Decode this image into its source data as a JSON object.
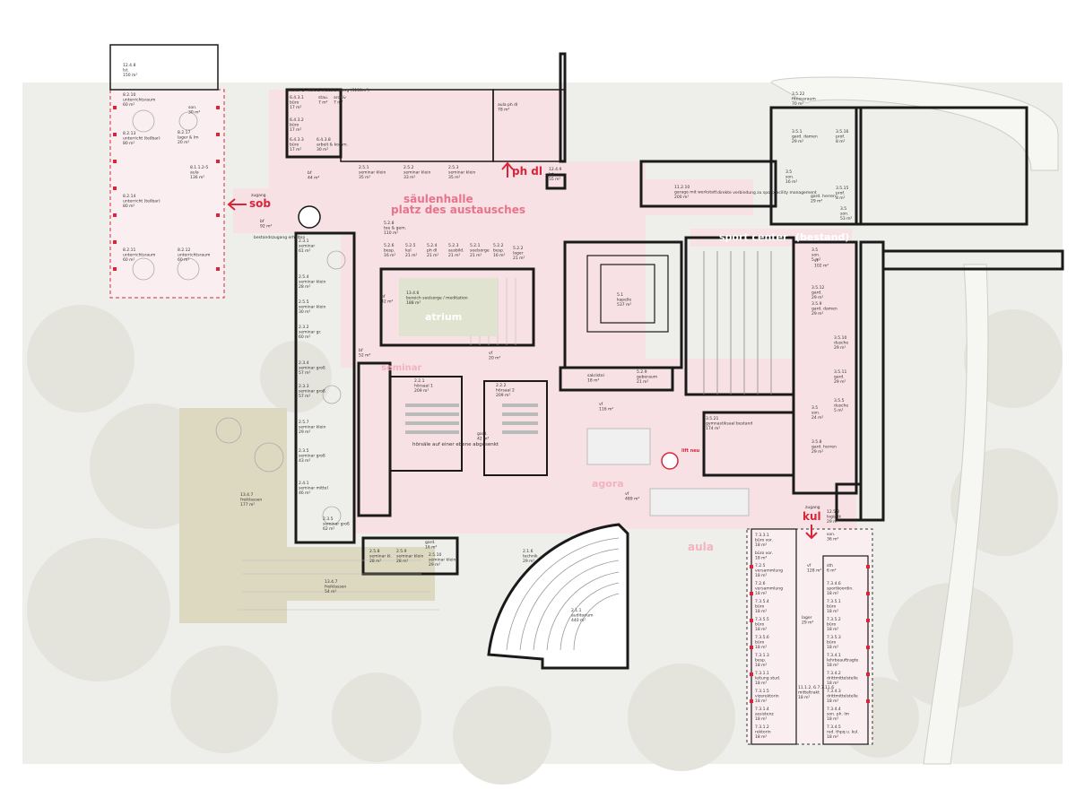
{
  "colors": {
    "background": "#ffffff",
    "ground": "#eeeeea",
    "circulation": "#f8e1e5",
    "terrace": "#ddd9c0",
    "wall": "#1a1a1a",
    "accent": "#e8738a",
    "accent_red": "#d9253a"
  },
  "zones": {
    "saeulenhalle": "säulenhalle",
    "platz": "platz des austausches",
    "atrium": "atrium",
    "seminar": "seminar",
    "agora": "agora",
    "sport_center": "sport center",
    "bestand": "(bestand)",
    "aula": "aula",
    "hoersaele": "hörsäle auf einer ebene abgesenkt"
  },
  "entrances": {
    "sob": "sob",
    "ph_dl": "ph dl",
    "kul": "kul",
    "zugang": "zugang"
  },
  "notes": {
    "lift": "lift neu",
    "cluster": "cluster 3 - fort & weiterbildung (3150m²)",
    "verbindung": "direkte verbindung zu sport/facility management",
    "zugang_bestand": "bestandszugang erhalten"
  },
  "rooms": {
    "r1": [
      "12.4.8",
      "lst.",
      "150 m²"
    ],
    "r2": [
      "8.2.10",
      "unterrichtsraum",
      "60 m²"
    ],
    "r3": [
      "son.",
      "30 m²"
    ],
    "r4": [
      "8.2.13",
      "unterricht (teilbar)",
      "80 m²"
    ],
    "r5": [
      "8.2.17",
      "lager & lm",
      "20 m²"
    ],
    "r6": [
      "8.1.1.2-5",
      "aula",
      "136 m²"
    ],
    "r7": [
      "8.2.14",
      "unterricht (teilbar)",
      "80 m²"
    ],
    "r8": [
      "8.2.11",
      "unterrichtsraum",
      "60 m²"
    ],
    "r9": [
      "8.2.12",
      "unterrichtsraum",
      "60 m²"
    ],
    "r10": [
      "6.4.3.1",
      "büro",
      "17 m²"
    ],
    "r11": [
      "6.4.3.2",
      "büro",
      "17 m²"
    ],
    "r12": [
      "6.4.3.3",
      "büro",
      "17 m²"
    ],
    "r13": [
      "stau.",
      "7 m²"
    ],
    "r14": [
      "archiv",
      "7 m²"
    ],
    "r15": [
      "6.4.3.8",
      "arbeit & komm.",
      "30 m²"
    ],
    "r16": [
      "aula ph dl",
      "78 m²"
    ],
    "r17": [
      "bf",
      "44 m²"
    ],
    "r18": [
      "2.5.1",
      "seminar klein",
      "35 m²"
    ],
    "r19": [
      "2.5.2",
      "seminar klein",
      "33 m²"
    ],
    "r20": [
      "2.5.3",
      "seminar klein",
      "35 m²"
    ],
    "r21": [
      "12.4.9",
      "lst.",
      "55 m²"
    ],
    "r22": [
      "11.2.10",
      "garage mit werkstatt",
      "200 m²"
    ],
    "r23": [
      "3.5.22",
      "fitnessraum",
      "70 m²"
    ],
    "r24": [
      "3.5.1",
      "gard. damen",
      "29 m²"
    ],
    "r25": [
      "3.5.16",
      "prof.",
      "8 m²"
    ],
    "r26": [
      "3.5",
      "son.",
      "16 m²"
    ],
    "r27": [
      "3.5.15",
      "prof.",
      "8 m²"
    ],
    "r28": [
      "gard. herren",
      "29 m²"
    ],
    "r29": [
      "3.5",
      "son.",
      "53 m²"
    ],
    "r30": [
      "bf",
      "92 m²"
    ],
    "r31": [
      "5.2.8",
      "tee & gem.",
      "110 m²"
    ],
    "r32": [
      "5.2.6",
      "besp.",
      "16 m²"
    ],
    "r33": [
      "5.2.5",
      "kul",
      "21 m²"
    ],
    "r34": [
      "5.2.4",
      "ph dl",
      "21 m²"
    ],
    "r35": [
      "5.2.3",
      "ausbild.",
      "21 m²"
    ],
    "r36": [
      "5.2.1",
      "seelsorge",
      "21 m²"
    ],
    "r37": [
      "5.2.2",
      "besp.",
      "16 m²"
    ],
    "r38": [
      "5.2.2",
      "lager",
      "21 m²"
    ],
    "r39": [
      "2.3.1",
      "seminar",
      "61 m²"
    ],
    "r40": [
      "2.5.4",
      "seminar klein",
      "28 m²"
    ],
    "r41": [
      "2.5.5",
      "seminar klein",
      "30 m²"
    ],
    "r42": [
      "2.3.2",
      "seminar gr.",
      "60 m²"
    ],
    "r43": [
      "2.3.4",
      "seminar groß",
      "57 m²"
    ],
    "r44": [
      "2.3.3",
      "seminar groß",
      "57 m²"
    ],
    "r45": [
      "2.5.7",
      "seminar klein",
      "29 m²"
    ],
    "r46": [
      "2.3.5",
      "seminar groß",
      "43 m²"
    ],
    "r47": [
      "2.4.1",
      "seminar mittel",
      "46 m²"
    ],
    "r48": [
      "2.3.5",
      "seminar groß",
      "62 m²"
    ],
    "r49": [
      "13.4.6",
      "bereich seelsorge / meditation",
      "188 m²"
    ],
    "r50": [
      "bf",
      "42 m²"
    ],
    "r51": [
      "vf",
      "20 m²"
    ],
    "r52": [
      "bf",
      "52 m²"
    ],
    "r53": [
      "5.1",
      "kapelle",
      "537 m²"
    ],
    "r54": [
      "sakristei",
      "18 m²"
    ],
    "r55": [
      "5.2.9",
      "geberaum",
      "21 m²"
    ],
    "r56": [
      "2.2.1",
      "hörsaal 1",
      "209 m²"
    ],
    "r57": [
      "2.2.2",
      "hörsaal 2",
      "209 m²"
    ],
    "r58": [
      "gard.",
      "42 m²"
    ],
    "r59": [
      "vf",
      "116 m²"
    ],
    "r60": [
      "3.5.21",
      "gymnastiksaal bestand",
      "174 m²"
    ],
    "r61": [
      "vf",
      "102 m²"
    ],
    "r62": [
      "3.5",
      "son.",
      "5 m²"
    ],
    "r63": [
      "3.5.12",
      "gard.",
      "29 m²"
    ],
    "r64": [
      "3.5.9",
      "gard. damen",
      "29 m²"
    ],
    "r65": [
      "3.5.10",
      "dusche",
      "29 m²"
    ],
    "r66": [
      "3.5.11",
      "gard.",
      "29 m²"
    ],
    "r67": [
      "3.5",
      "son.",
      "24 m²"
    ],
    "r68": [
      "3.5.5",
      "dusche",
      "5 m²"
    ],
    "r69": [
      "3.5.8",
      "gard. herren",
      "29 m²"
    ],
    "r70": [
      "13.4.7",
      "freiklassen",
      "177 m²"
    ],
    "r71": [
      "13.4.7",
      "freiklassen",
      "54 m²"
    ],
    "r72": [
      "2.5.8",
      "seminar kl.",
      "28 m²"
    ],
    "r73": [
      "2.5.9",
      "seminar klein",
      "28 m²"
    ],
    "r74": [
      "2.5.10",
      "seminar klein",
      "29 m²"
    ],
    "r75": [
      "gard.",
      "16 m²"
    ],
    "r76": [
      "2.1.6",
      "technik",
      "29 m²"
    ],
    "r77": [
      "vf",
      "489 m²"
    ],
    "r78": [
      "2.1.1",
      "auditorium",
      "440 m²"
    ],
    "r79": [
      "12.5.2",
      "logistik",
      "29 m²"
    ],
    "r80": [
      "son.",
      "36 m²"
    ],
    "r81": [
      "7.3.3.1",
      "büro vor.",
      "18 m²"
    ],
    "r82": [
      "büro vor.",
      "18 m²"
    ],
    "r83": [
      "7.2.5",
      "versammlung",
      "18 m²"
    ],
    "r84": [
      "7.2.6",
      "versammlung",
      "18 m²"
    ],
    "r85": [
      "7.3.5.4",
      "büro",
      "18 m²"
    ],
    "r86": [
      "7.3.5.5",
      "büro",
      "18 m²"
    ],
    "r87": [
      "7.3.5.6",
      "büro",
      "18 m²"
    ],
    "r88": [
      "7.3.1.3",
      "besp.",
      "18 m²"
    ],
    "r89": [
      "7.3.1.1",
      "leitung stud.",
      "18 m²"
    ],
    "r90": [
      "7.3.1.5",
      "vizerektorin",
      "18 m²"
    ],
    "r91": [
      "7.3.1.4",
      "assistenz",
      "18 m²"
    ],
    "r92": [
      "7.3.1.2",
      "rektorin",
      "18 m²"
    ],
    "r93": [
      "vf",
      "128 m²"
    ],
    "r94": [
      "sth",
      "6 m²"
    ],
    "r95": [
      "7.3.4.6",
      "sportkoordin.",
      "18 m²"
    ],
    "r96": [
      "7.3.5.1",
      "büro",
      "18 m²"
    ],
    "r97": [
      "7.3.5.2",
      "büro",
      "18 m²"
    ],
    "r98": [
      "7.3.5.3",
      "büro",
      "18 m²"
    ],
    "r99": [
      "lager",
      "29 m²"
    ],
    "r100": [
      "7.3.4.1",
      "lehrbeauftragte",
      "18 m²"
    ],
    "r101": [
      "7.3.4.2",
      "drittmittelstelle",
      "18 m²"
    ],
    "r102": [
      "7.3.4.3",
      "drittmittelstelle",
      "18 m²"
    ],
    "r103": [
      "7.3.4.4",
      "son. ph. lm",
      "18 m²"
    ],
    "r104": [
      "7.3.4.5",
      "red. thpq u. kul.",
      "18 m²"
    ],
    "r105": [
      "11.1.2, 6.7.7.11.6",
      "mitteltrakt",
      "18 m²"
    ]
  }
}
